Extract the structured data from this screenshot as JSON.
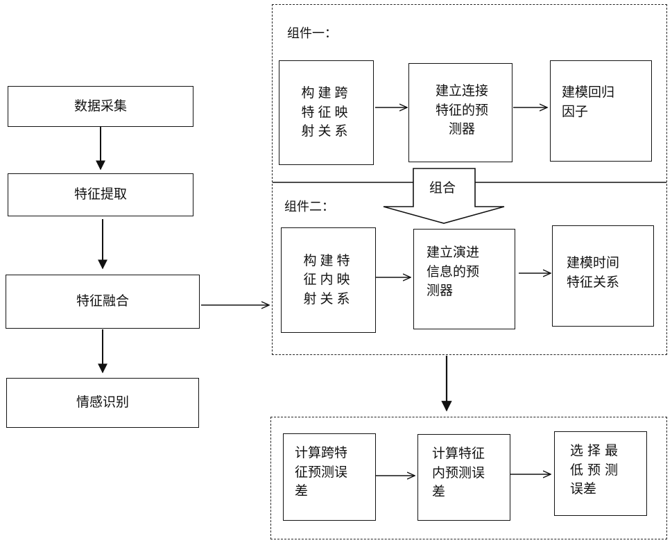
{
  "pipeline": {
    "data_collection": "数据采集",
    "feature_extraction": "特征提取",
    "feature_fusion": "特征融合",
    "emotion_recognition": "情感识别"
  },
  "component1": {
    "label": "组件一：",
    "box1": "构建跨\n特征映\n射关系",
    "box2": "建立连接\n特征的预\n测器",
    "box3": "建模回归\n因子"
  },
  "combine_label": "组合",
  "component2": {
    "label": "组件二：",
    "box1": "构建特\n征内映\n射关系",
    "box2": "建立演进\n信息的预\n测器",
    "box3": "建模时间\n特征关系"
  },
  "bottom": {
    "box1": "计算跨特\n征预测误\n差",
    "box2": "计算特征\n内预测误\n差",
    "box3": "选 择 最\n低 预 测\n误差"
  }
}
